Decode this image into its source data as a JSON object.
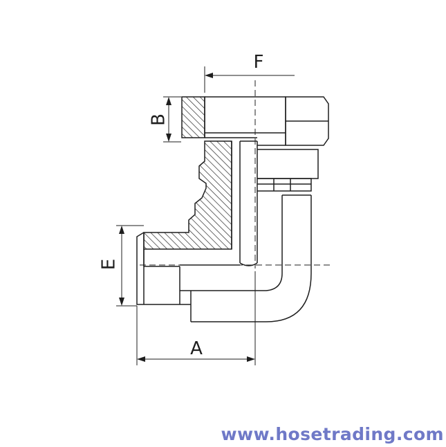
{
  "dimensions": {
    "a": "A",
    "b": "B",
    "e": "E",
    "f": "F"
  },
  "watermark": {
    "text": "www.hosetrading.com",
    "color": "#6f79c7"
  },
  "colors": {
    "line": "#1e1e1e",
    "hatch": "#2a2a2a",
    "background": "#ffffff"
  }
}
